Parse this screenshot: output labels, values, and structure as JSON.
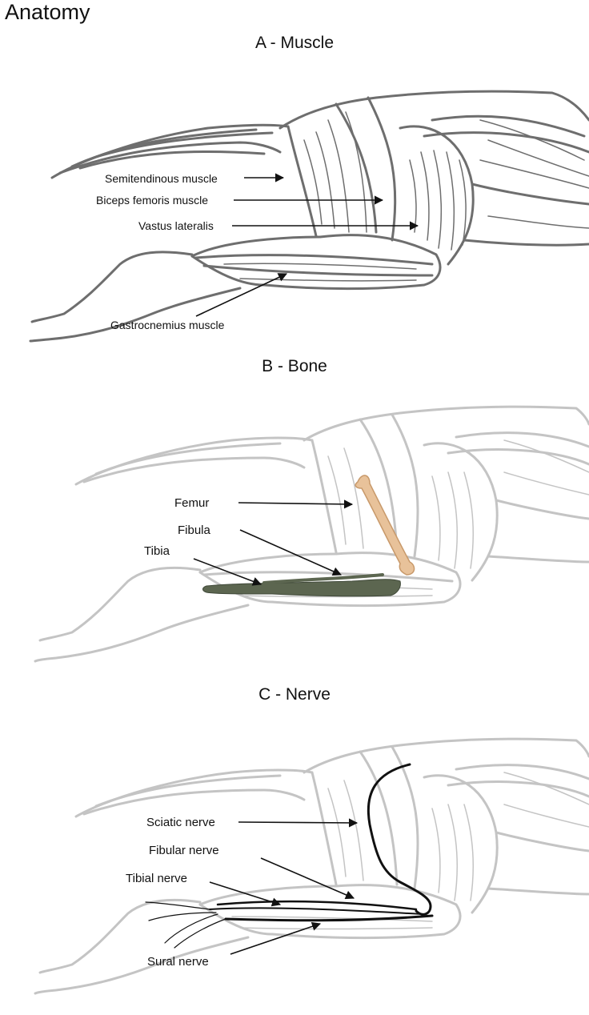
{
  "page": {
    "title": "Anatomy"
  },
  "panels": {
    "muscle": {
      "title": "A - Muscle",
      "labels": {
        "semitendinous": "Semitendinous muscle",
        "biceps": "Biceps femoris muscle",
        "vastus": "Vastus lateralis",
        "gastrocnemius": "Gastrocnemius muscle"
      }
    },
    "bone": {
      "title": "B - Bone",
      "labels": {
        "femur": "Femur",
        "fibula": "Fibula",
        "tibia": "Tibia"
      }
    },
    "nerve": {
      "title": "C - Nerve",
      "labels": {
        "sciatic": "Sciatic nerve",
        "fibular": "Fibular nerve",
        "tibial": "Tibial nerve",
        "sural": "Sural nerve"
      }
    }
  },
  "colors": {
    "muscle_sketch": "#6e6e6e",
    "faded_sketch": "#c4c4c4",
    "femur": "#e8c29a",
    "tibia_fibula": "#5c6650",
    "arrow": "#111111",
    "nerve": "#111111"
  }
}
